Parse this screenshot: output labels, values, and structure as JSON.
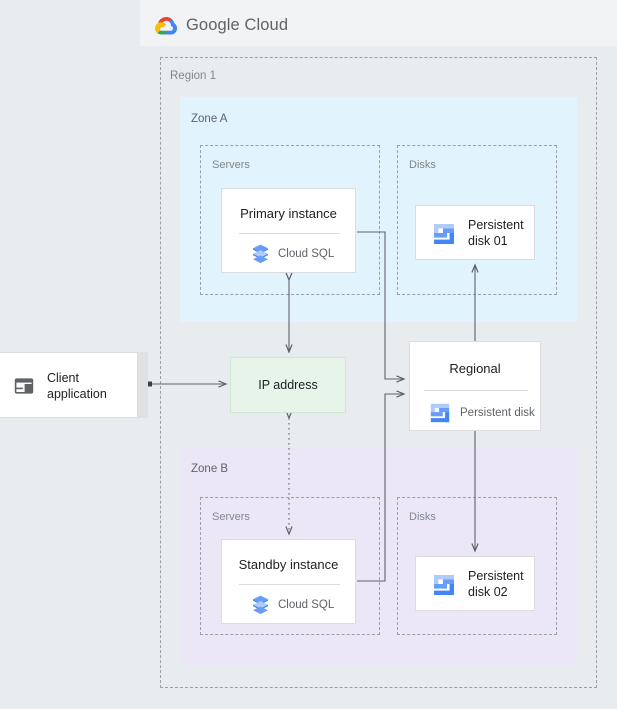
{
  "header": {
    "brand_google": "Google",
    "brand_cloud": "Cloud",
    "logo_icon": "google-cloud-logo-icon",
    "logo_colors": {
      "red": "#ea4335",
      "yellow": "#fbbc04",
      "blue": "#4285f4",
      "green": "#34a853"
    }
  },
  "diagram": {
    "region_label": "Region 1",
    "zones": [
      {
        "id": "zone-a",
        "label": "Zone A",
        "background": "#e1f3fd",
        "groups": [
          {
            "id": "servers-a",
            "label": "Servers"
          },
          {
            "id": "disks-a",
            "label": "Disks"
          }
        ]
      },
      {
        "id": "zone-b",
        "label": "Zone B",
        "background": "#ece7f6",
        "groups": [
          {
            "id": "servers-b",
            "label": "Servers"
          },
          {
            "id": "disks-b",
            "label": "Disks"
          }
        ]
      }
    ],
    "nodes": {
      "primary_instance": {
        "title": "Primary instance",
        "service": "Cloud SQL",
        "service_icon": "cloud-sql-icon"
      },
      "standby_instance": {
        "title": "Standby instance",
        "service": "Cloud SQL",
        "service_icon": "cloud-sql-icon"
      },
      "persistent_disk_01": {
        "label_line1": "Persistent",
        "label_line2": "disk 01",
        "icon": "persistent-disk-icon"
      },
      "persistent_disk_02": {
        "label_line1": "Persistent",
        "label_line2": "disk 02",
        "icon": "persistent-disk-icon"
      },
      "regional_disk": {
        "title": "Regional",
        "service": "Persistent disk",
        "service_icon": "persistent-disk-icon"
      },
      "client_application": {
        "label_line1": "Client",
        "label_line2": "application",
        "icon": "client-application-icon"
      },
      "ip_address": {
        "label": "IP address",
        "background": "#e6f4ea",
        "border": "#cfe7d6"
      }
    },
    "connections": [
      {
        "from": "client_application",
        "to": "ip_address",
        "style": "solid",
        "direction": "bidirectional"
      },
      {
        "from": "primary_instance",
        "to": "ip_address",
        "style": "solid",
        "direction": "bidirectional"
      },
      {
        "from": "ip_address",
        "to": "standby_instance",
        "style": "dotted",
        "direction": "bidirectional"
      },
      {
        "from": "primary_instance",
        "to": "regional_disk",
        "style": "solid",
        "direction": "forward"
      },
      {
        "from": "standby_instance",
        "to": "regional_disk",
        "style": "solid",
        "direction": "forward"
      },
      {
        "from": "regional_disk",
        "to": "persistent_disk_01",
        "style": "solid",
        "direction": "forward"
      },
      {
        "from": "regional_disk",
        "to": "persistent_disk_02",
        "style": "solid",
        "direction": "forward"
      }
    ],
    "palette": {
      "page_background": "#e8ecef",
      "header_background": "#f1f3f4",
      "dashed_border": "#9aa0a6",
      "card_border": "#dadce0",
      "connector": "#5f6368",
      "text_primary": "#202124",
      "text_secondary": "#5f6368",
      "icon_blue_dark": "#4285f4",
      "icon_blue_light": "#a8c7fa"
    }
  }
}
